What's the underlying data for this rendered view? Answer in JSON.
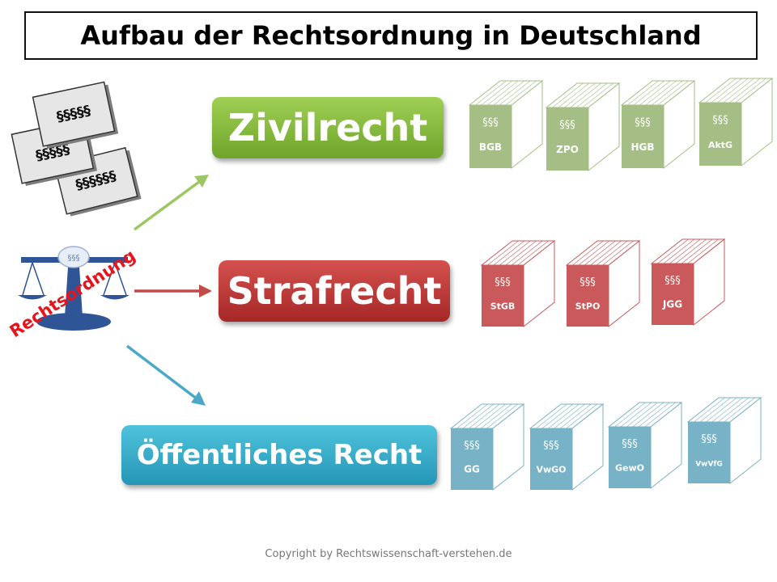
{
  "title": "Aufbau der Rechtsordnung in Deutschland",
  "paragraph_symbols": {
    "paper_1": "§§§§§",
    "paper_2": "§§§§§",
    "paper_3": "§§§§§§"
  },
  "scale": {
    "symbol": "§§§",
    "label": "Rechtsordnung"
  },
  "categories": [
    {
      "name": "Zivilrecht",
      "color": "#7fb13c",
      "book_color": "#a5be85",
      "books": [
        {
          "symbol": "§§§",
          "abbr": "BGB"
        },
        {
          "symbol": "§§§",
          "abbr": "ZPO"
        },
        {
          "symbol": "§§§",
          "abbr": "HGB"
        },
        {
          "symbol": "§§§",
          "abbr": "AktG"
        }
      ]
    },
    {
      "name": "Strafrecht",
      "color": "#b8302e",
      "book_color": "#c9595a",
      "books": [
        {
          "symbol": "§§§",
          "abbr": "StGB"
        },
        {
          "symbol": "§§§",
          "abbr": "StPO"
        },
        {
          "symbol": "§§§",
          "abbr": "JGG"
        }
      ]
    },
    {
      "name": "Öffentliches Recht",
      "color": "#2fa6c4",
      "book_color": "#78b2c6",
      "books": [
        {
          "symbol": "§§§",
          "abbr": "GG"
        },
        {
          "symbol": "§§§",
          "abbr": "VwGO"
        },
        {
          "symbol": "§§§",
          "abbr": "GewO"
        },
        {
          "symbol": "§§§",
          "abbr": "VwVfG"
        }
      ]
    }
  ],
  "copyright": "Copyright by Rechtswissenschaft-verstehen.de"
}
